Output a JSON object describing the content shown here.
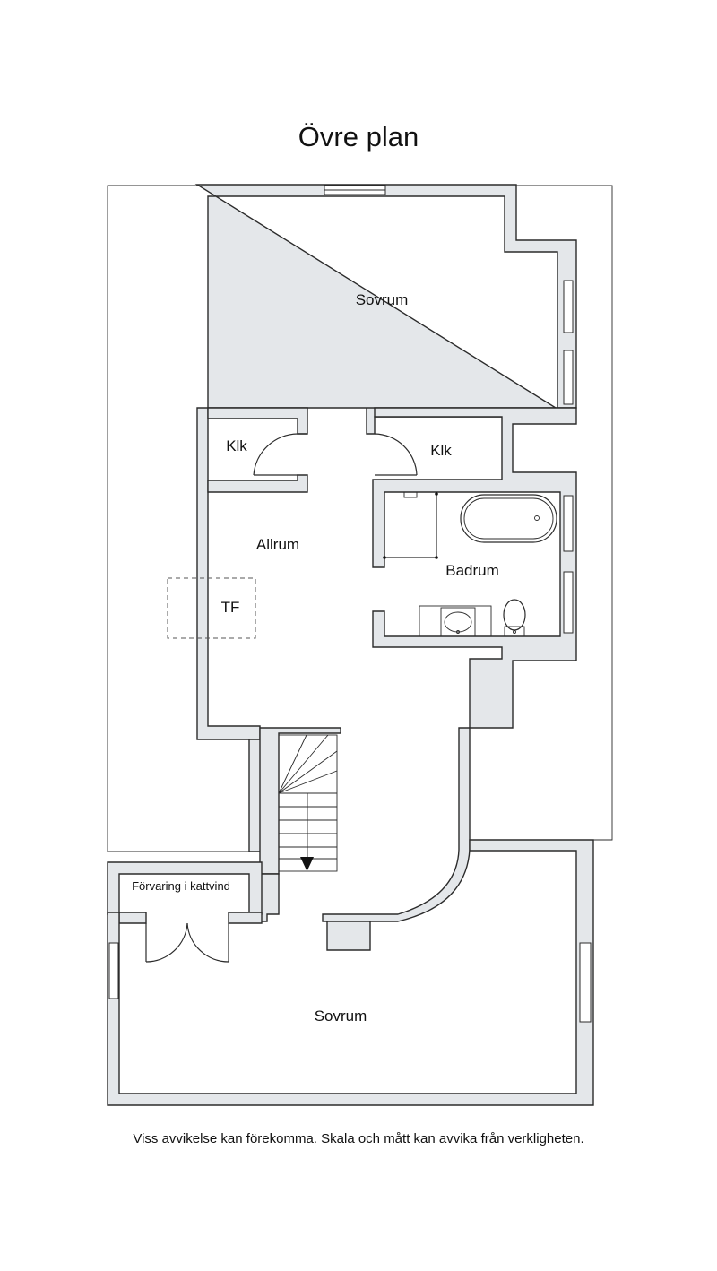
{
  "plan": {
    "title": "Övre plan",
    "disclaimer": "Viss avvikelse kan förekomma. Skala och mått kan avvika från verkligheten."
  },
  "rooms": {
    "sovrum_top": "Sovrum",
    "klk_left": "Klk",
    "klk_right": "Klk",
    "allrum": "Allrum",
    "tf": "TF",
    "badrum": "Badrum",
    "forvaring": "Förvaring i kattvind",
    "sovrum_bottom": "Sovrum"
  },
  "colors": {
    "wall_fill": "#e4e7ea",
    "wall_stroke": "#2b2b2b",
    "background": "#ffffff"
  }
}
